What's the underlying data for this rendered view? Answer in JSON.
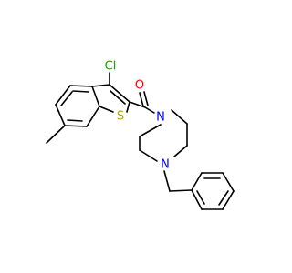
{
  "colors": {
    "bond": "#000000",
    "carbon": "#000000",
    "oxygen": "#ff0000",
    "nitrogen": "#0000ff",
    "sulfur": "#b3a600",
    "chlorine": "#00b000",
    "background": "#ffffff"
  },
  "atoms": {
    "chlorine": {
      "symbol": "Cl"
    },
    "sulfur": {
      "symbol": "S"
    },
    "oxygen": {
      "symbol": "O"
    },
    "nitrogen_amide": {
      "symbol": "N"
    },
    "nitrogen_benzyl": {
      "symbol": "N"
    }
  }
}
